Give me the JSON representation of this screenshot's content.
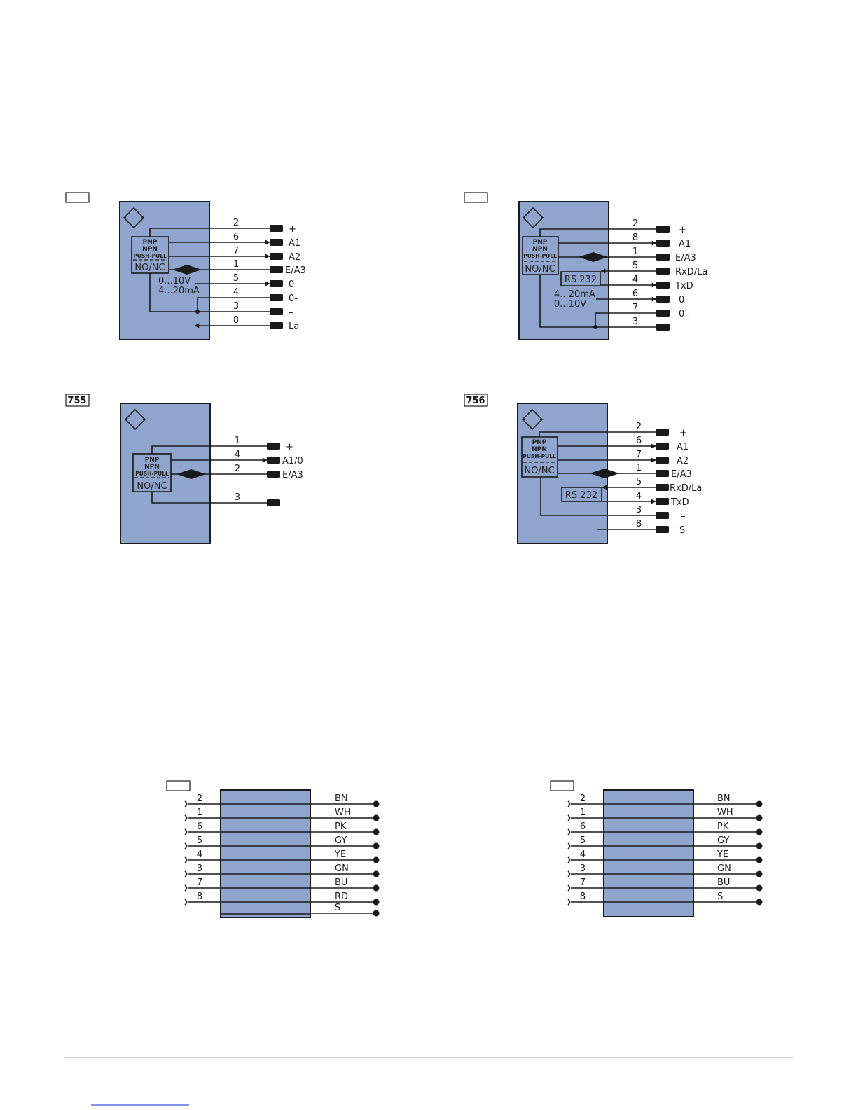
{
  "colors": {
    "housing": "#8fa5cd",
    "line": "#1a1a1a",
    "footer_rule": "#b3b3b3",
    "link": "#3a4fd8"
  },
  "icons": {
    "sensor_symbol": "diamond-in-square-icon",
    "terminal": "terminal-block-icon",
    "wire_end": "dot-terminal-icon",
    "plug_end": "socket-hook-icon"
  },
  "diagrams": {
    "tl": {
      "code": "",
      "chip": {
        "l1": "PNP",
        "l2": "NPN",
        "l3": "PUSH-PULL",
        "mode": "NO/NC"
      },
      "analog": [
        "0...10V",
        "4...20mA"
      ],
      "pins": [
        {
          "num": "2",
          "sig": "+"
        },
        {
          "num": "6",
          "sig": "A1"
        },
        {
          "num": "7",
          "sig": "A2"
        },
        {
          "num": "1",
          "sig": "E/A3"
        },
        {
          "num": "5",
          "sig": "0"
        },
        {
          "num": "4",
          "sig": "0-"
        },
        {
          "num": "3",
          "sig": "–"
        },
        {
          "num": "8",
          "sig": "La"
        }
      ]
    },
    "tr": {
      "code": "",
      "chip": {
        "l1": "PNP",
        "l2": "NPN",
        "l3": "PUSH-PULL",
        "mode": "NO/NC"
      },
      "rs": "RS 232",
      "analog": [
        "4...20mA",
        "0...10V"
      ],
      "pins": [
        {
          "num": "2",
          "sig": "+"
        },
        {
          "num": "8",
          "sig": "A1"
        },
        {
          "num": "1",
          "sig": "E/A3"
        },
        {
          "num": "5",
          "sig": "RxD/La"
        },
        {
          "num": "4",
          "sig": "TxD"
        },
        {
          "num": "6",
          "sig": "0"
        },
        {
          "num": "7",
          "sig": "0 -"
        },
        {
          "num": "3",
          "sig": "–"
        }
      ]
    },
    "bl": {
      "code": "755",
      "chip": {
        "l1": "PNP",
        "l2": "NPN",
        "l3": "PUSH-PULL",
        "mode": "NO/NC"
      },
      "pins": [
        {
          "num": "1",
          "sig": "+"
        },
        {
          "num": "4",
          "sig": "A1/0"
        },
        {
          "num": "2",
          "sig": "E/A3"
        },
        {
          "num": "3",
          "sig": "–"
        }
      ]
    },
    "br": {
      "code": "756",
      "chip": {
        "l1": "PNP",
        "l2": "NPN",
        "l3": "PUSH-PULL",
        "mode": "NO/NC"
      },
      "rs": "RS 232",
      "pins": [
        {
          "num": "2",
          "sig": "+"
        },
        {
          "num": "6",
          "sig": "A1"
        },
        {
          "num": "7",
          "sig": "A2"
        },
        {
          "num": "1",
          "sig": "E/A3"
        },
        {
          "num": "5",
          "sig": "RxD/La"
        },
        {
          "num": "4",
          "sig": "TxD"
        },
        {
          "num": "3",
          "sig": "–"
        },
        {
          "num": "8",
          "sig": "S"
        }
      ]
    }
  },
  "cables": {
    "left": {
      "code": "",
      "rows": [
        {
          "pin": "2",
          "color": "BN"
        },
        {
          "pin": "1",
          "color": "WH"
        },
        {
          "pin": "6",
          "color": "PK"
        },
        {
          "pin": "5",
          "color": "GY"
        },
        {
          "pin": "4",
          "color": "YE"
        },
        {
          "pin": "3",
          "color": "GN"
        },
        {
          "pin": "7",
          "color": "BU"
        },
        {
          "pin": "8",
          "color": "RD"
        },
        {
          "pin": "",
          "color": "S"
        }
      ]
    },
    "right": {
      "code": "",
      "rows": [
        {
          "pin": "2",
          "color": "BN"
        },
        {
          "pin": "1",
          "color": "WH"
        },
        {
          "pin": "6",
          "color": "PK"
        },
        {
          "pin": "5",
          "color": "GY"
        },
        {
          "pin": "4",
          "color": "YE"
        },
        {
          "pin": "3",
          "color": "GN"
        },
        {
          "pin": "7",
          "color": "BU"
        },
        {
          "pin": "8",
          "color": "S"
        }
      ]
    }
  }
}
